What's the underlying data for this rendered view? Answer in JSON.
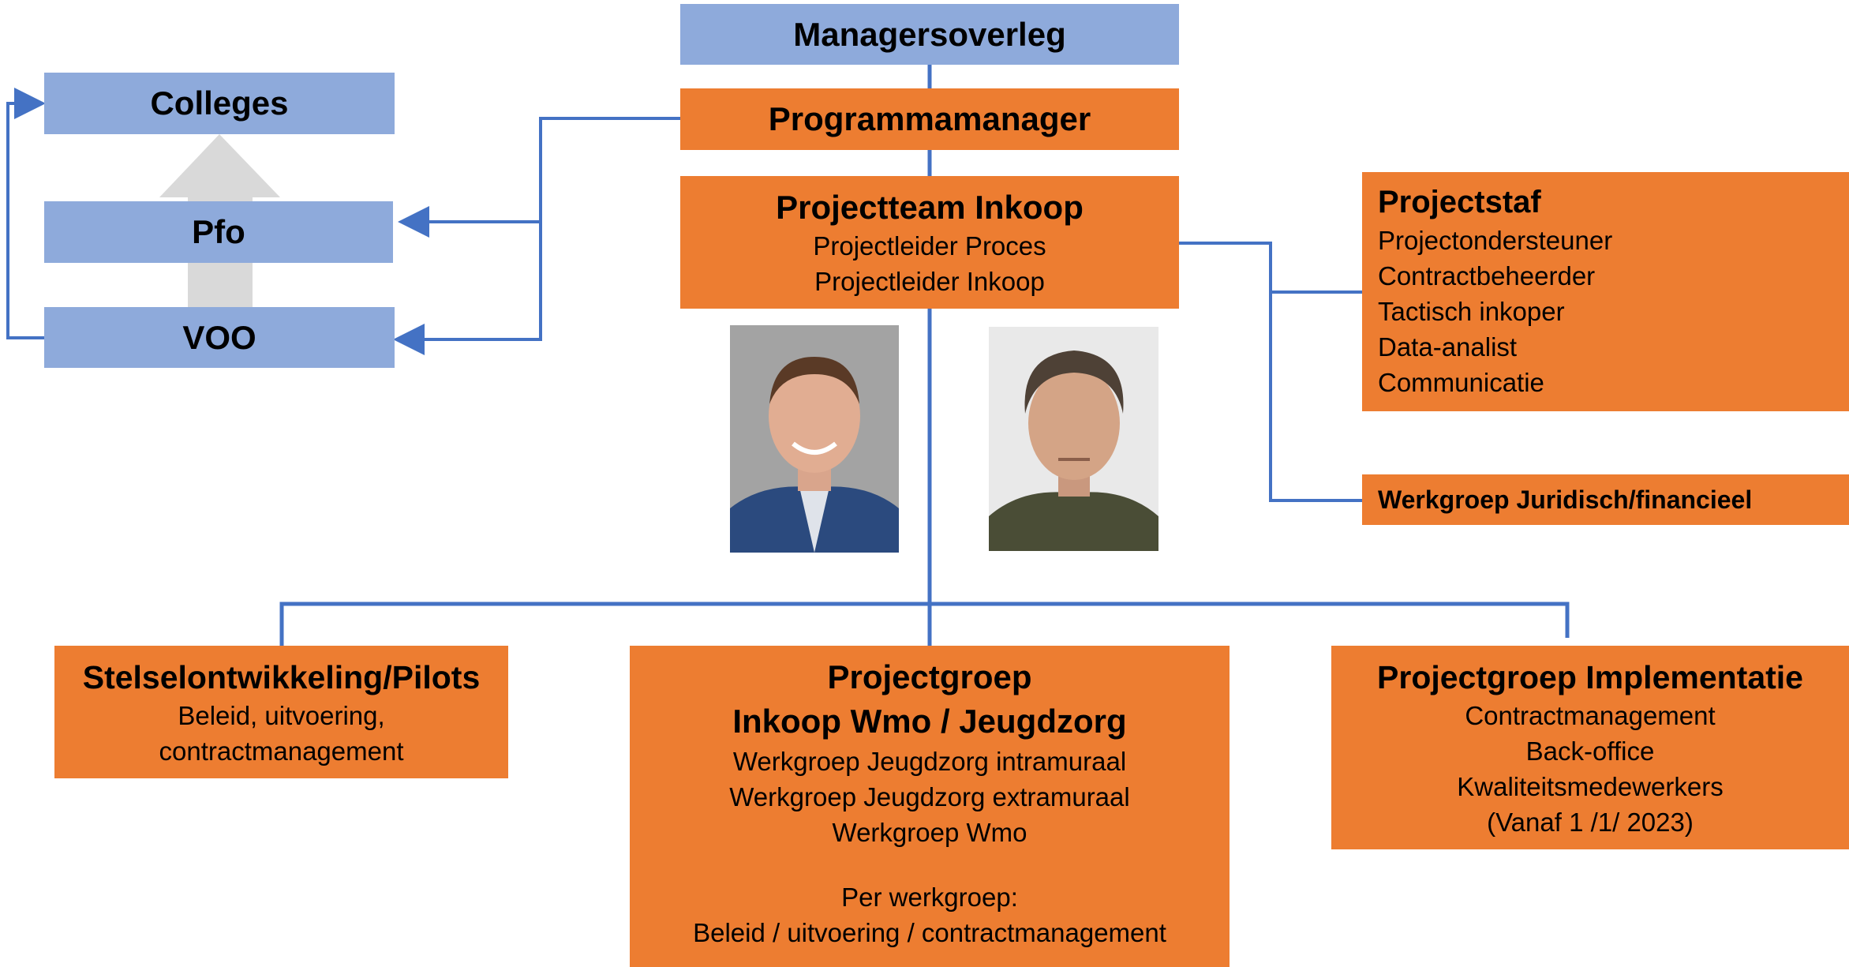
{
  "managersoverleg": "Managersoverleg",
  "programmamanager": "Programmamanager",
  "projectteam": {
    "title": "Projectteam Inkoop",
    "lines": [
      "Projectleider Proces",
      "Projectleider Inkoop"
    ]
  },
  "left": {
    "colleges": "Colleges",
    "pfo": "Pfo",
    "voo": "VOO"
  },
  "projectstaf": {
    "title": "Projectstaf",
    "items": [
      "Projectondersteuner",
      "Contractbeheerder",
      "Tactisch inkoper",
      "Data-analist",
      "Communicatie"
    ]
  },
  "werkgroep_juridisch": "Werkgroep Juridisch/financieel",
  "stelsel": {
    "title": "Stelselontwikkeling/Pilots",
    "lines": [
      "Beleid, uitvoering,",
      "contractmanagement"
    ]
  },
  "projectgroep_inkoop": {
    "title_line1": "Projectgroep",
    "title_line2": "Inkoop Wmo / Jeugdzorg",
    "lines": [
      "Werkgroep Jeugdzorg intramuraal",
      "Werkgroep Jeugdzorg extramuraal",
      "Werkgroep Wmo"
    ],
    "per_label": "Per werkgroep:",
    "per_value": "Beleid / uitvoering / contractmanagement"
  },
  "projectgroep_impl": {
    "title": "Projectgroep Implementatie",
    "lines": [
      "Contractmanagement",
      "Back-office",
      "Kwaliteitsmedewerkers",
      "(Vanaf 1 /1/ 2023)"
    ]
  },
  "colors": {
    "blue": "#8eaadb",
    "orange": "#ed7d31",
    "connector": "#4472c4",
    "arrow_grey": "#d9d9d9"
  }
}
